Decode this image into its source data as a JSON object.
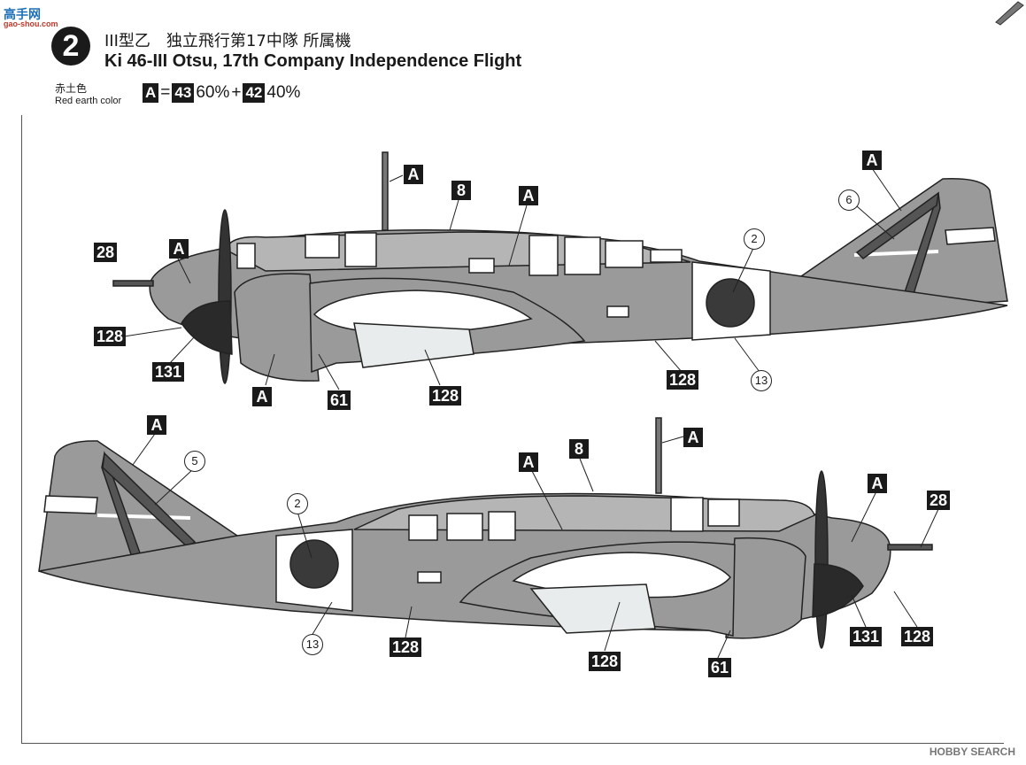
{
  "watermark": {
    "site": "高手网",
    "sub": "gao-shou.com"
  },
  "step_number": "2",
  "title_jp": "III型乙　独立飛行第17中隊 所属機",
  "title_en": "Ki 46-III Otsu, 17th Company Independence Flight",
  "color_note": {
    "jp": "赤土色",
    "en": "Red earth color",
    "code": "A",
    "equals": "=",
    "part1_code": "43",
    "part1_pct": "60%",
    "plus": "+",
    "part2_code": "42",
    "part2_pct": "40%"
  },
  "colors": {
    "camo": "#9a9a9a",
    "camo_dark": "#7d7d7d",
    "light": "#e9ecec",
    "hinomaru": "#3a3a3a",
    "ink": "#1a1a1a"
  },
  "top_view_labels": {
    "a_antenna": "A",
    "n8": "8",
    "a_fuselage": "A",
    "a_tail": "A",
    "c6": "6",
    "n28": "28",
    "a_nose": "A",
    "c2": "2",
    "n128_nose": "128",
    "n131": "131",
    "a_nacelle": "A",
    "n61": "61",
    "n128_wing": "128",
    "n128_belly": "128",
    "c13": "13"
  },
  "bottom_view_labels": {
    "a_tail": "A",
    "c5": "5",
    "a_fuselage": "A",
    "n8": "8",
    "a_antenna": "A",
    "a_nose": "A",
    "n28": "28",
    "c2": "2",
    "c13": "13",
    "n128_belly": "128",
    "n128_wing": "128",
    "n61": "61",
    "n131": "131",
    "n128_nose": "128"
  },
  "footer": "HOBBY SEARCH"
}
